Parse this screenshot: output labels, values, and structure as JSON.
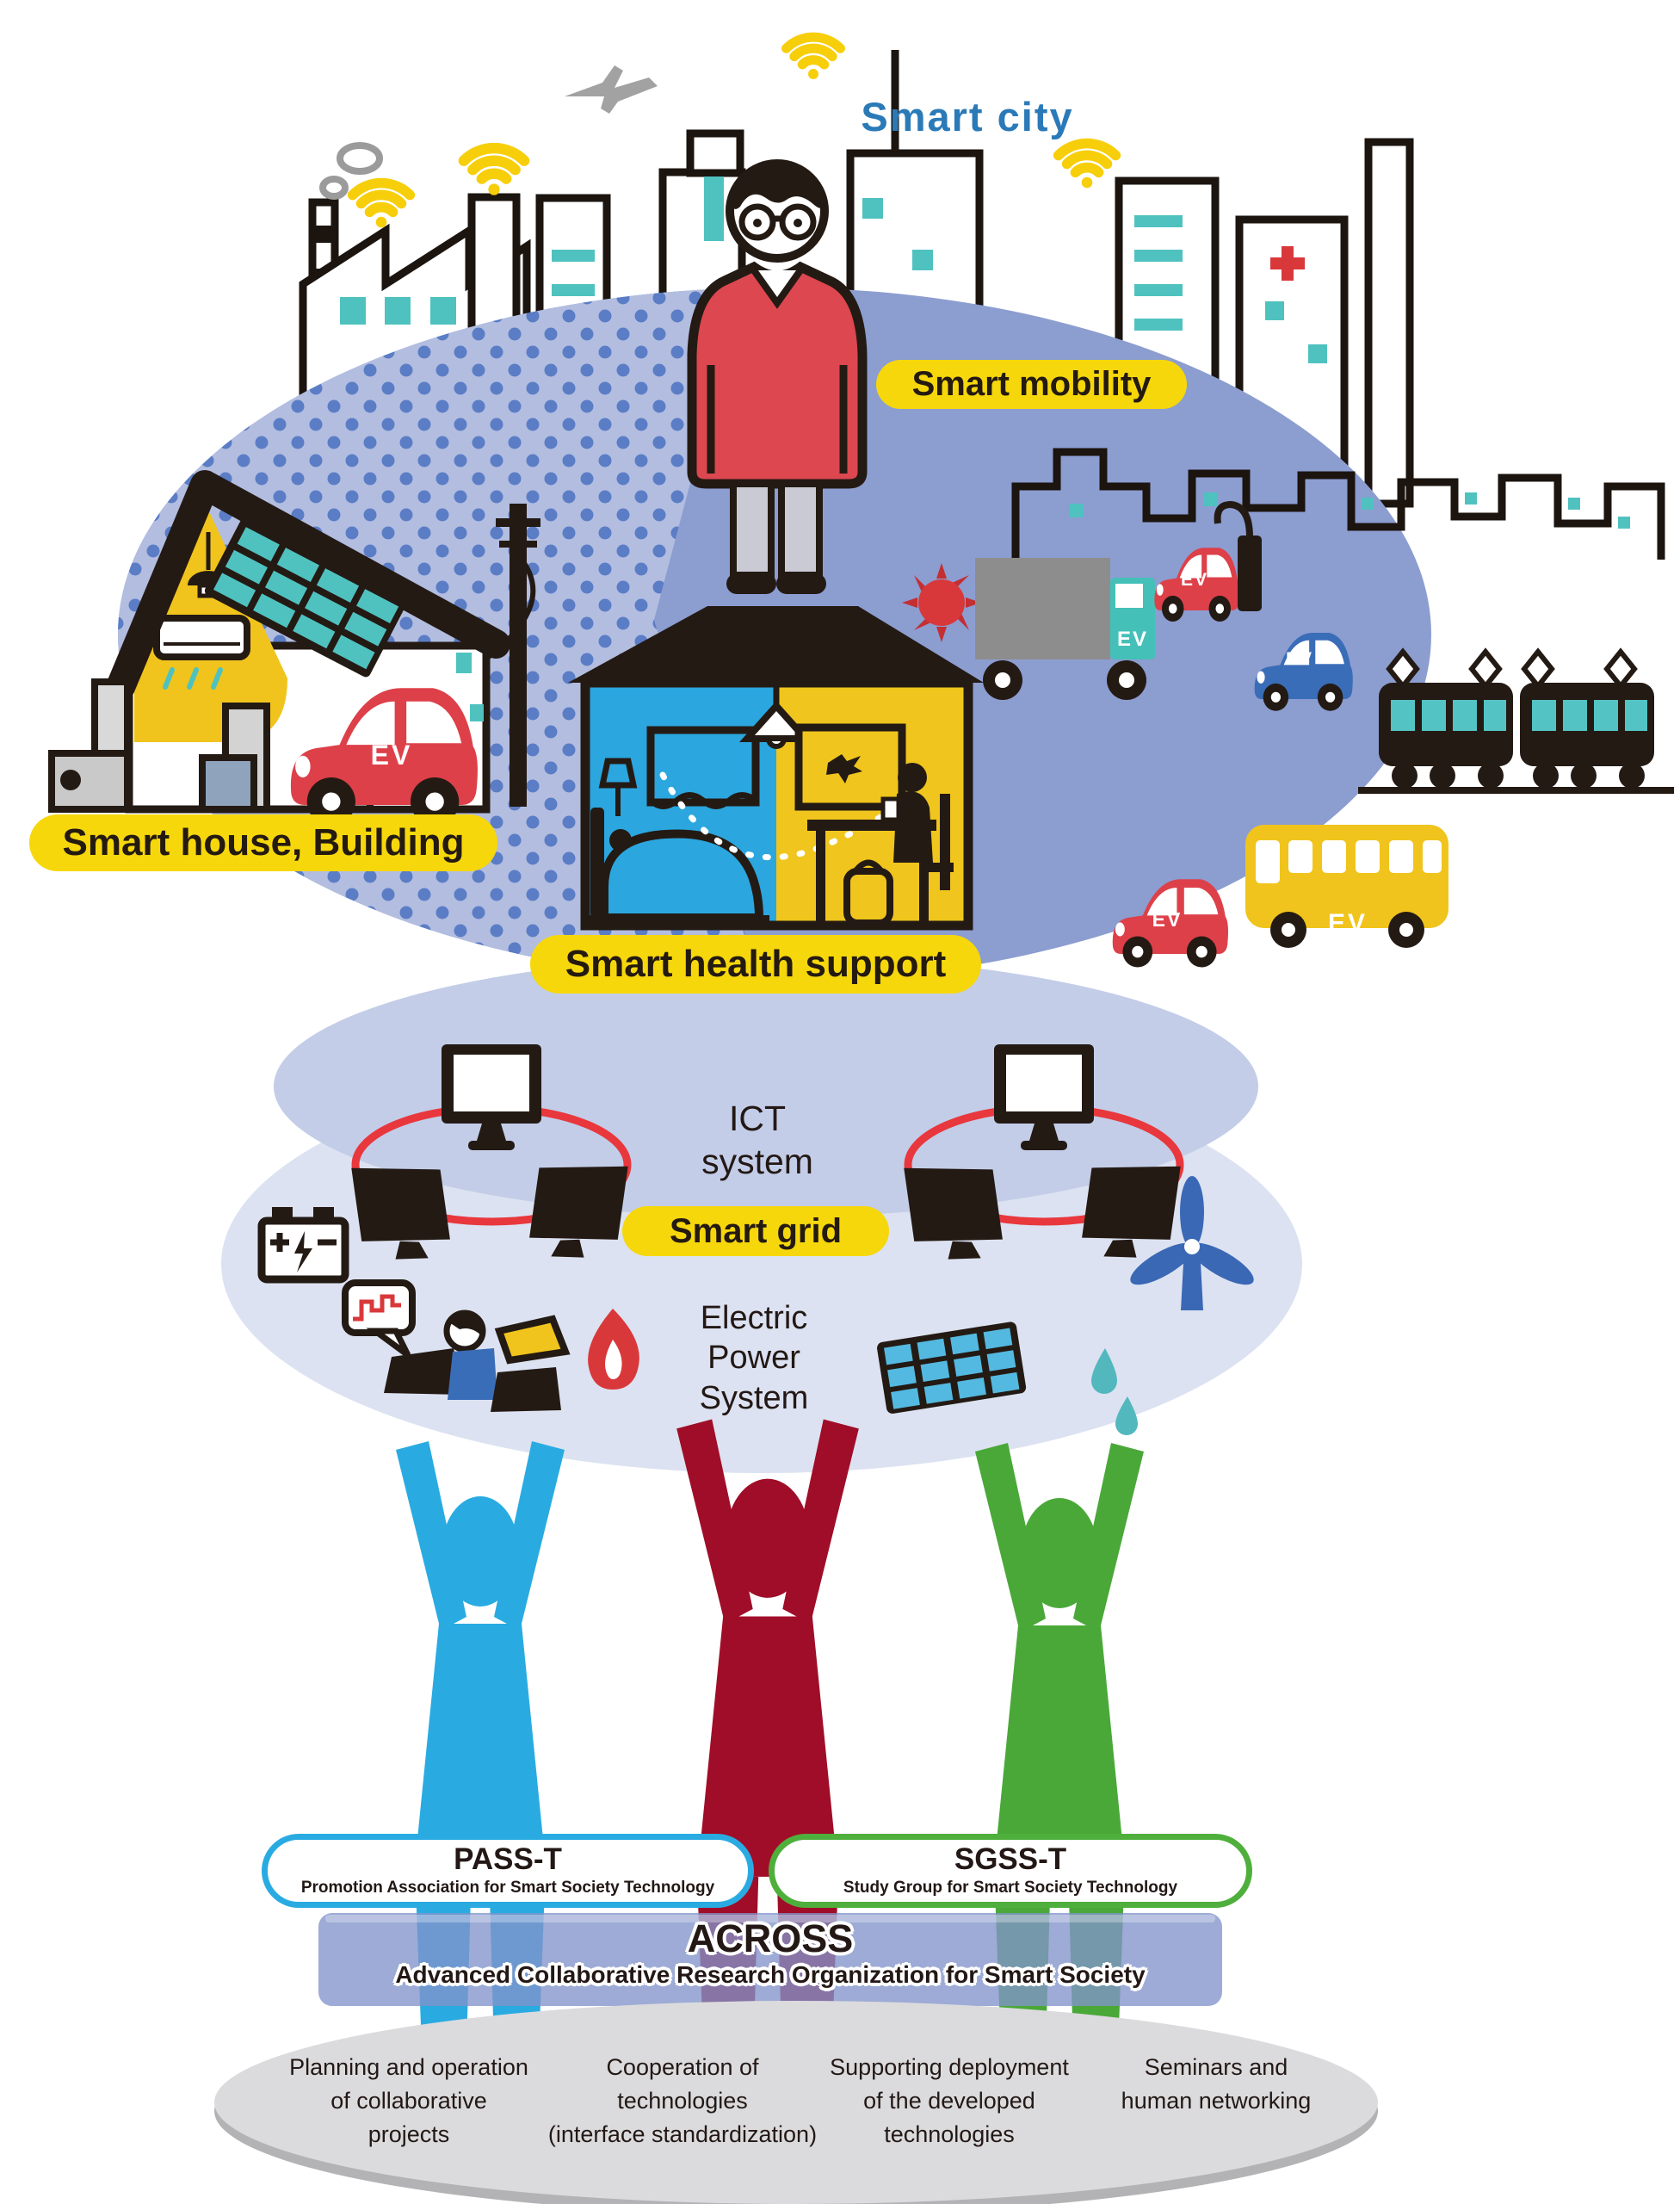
{
  "smart_city_label": "Smart city",
  "badges": {
    "mobility": "Smart mobility",
    "house": "Smart house, Building",
    "health": "Smart health support",
    "grid": "Smart grid"
  },
  "system_labels": {
    "ict": "ICT\nsystem",
    "electric": "Electric\nPower\nSystem"
  },
  "vehicle_label": "EV",
  "organizations": {
    "pass_t": {
      "name": "PASS-T",
      "description": "Promotion Association for Smart Society Technology"
    },
    "sgss_t": {
      "name": "SGSS-T",
      "description": "Study Group for Smart Society Technology"
    },
    "across": {
      "name": "ACROSS",
      "description": "Advanced Collaborative Research Organization for Smart Society"
    }
  },
  "activities": [
    "Planning and operation\nof collaborative\nprojects",
    "Cooperation of\ntechnologies\n(interface standardization)",
    "Supporting deployment\nof the developed\ntechnologies",
    "Seminars and\nhuman networking"
  ],
  "colors": {
    "badge_yellow": "#f6d70b",
    "smart_city_blue": "#2b7ab8",
    "pass_t_border": "#29abe2",
    "sgss_t_border": "#4faf3c",
    "figure_blue": "#29abe2",
    "figure_red": "#a00d28",
    "figure_green": "#4aa838",
    "city_ellipse_blue": "#8c9dd0",
    "ict_ellipse": "#c3cde8",
    "power_ellipse": "#dce2f1",
    "dark_line": "#241a14",
    "teal_accent": "#4fc2c0"
  }
}
